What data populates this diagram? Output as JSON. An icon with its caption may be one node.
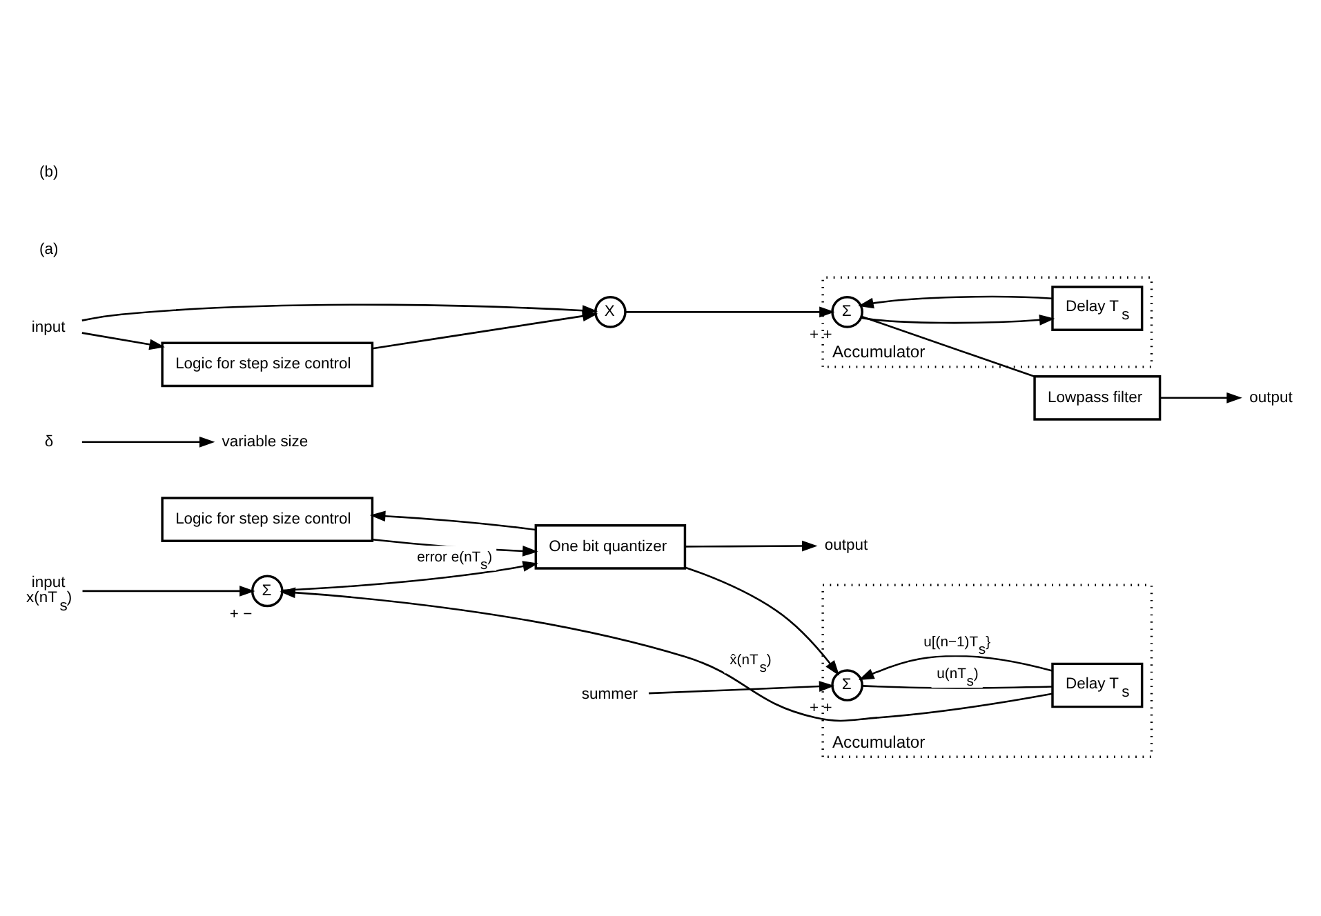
{
  "diagram": {
    "nodes": [
      {
        "text": [
          "Logic for step size control"
        ]
      },
      {
        "text": [
          "input",
          "x(nT$_{s}$)"
        ]
      },
      {
        "text": [
          "Σ"
        ],
        "beside": [
          "+",
          "−"
        ]
      },
      {
        "text": [
          "One bit quantizer"
        ]
      },
      {
        "text": [
          "output"
        ]
      },
      {
        "text": [
          "δ"
        ]
      },
      {
        "text": [
          "variable size"
        ]
      },
      {
        "text": [
          "Accumulator"
        ]
      },
      {
        "text": [
          "Σ"
        ],
        "beside": [
          "+",
          "+"
        ],
        "in": 7
      },
      {
        "text": [
          "summer"
        ]
      },
      {
        "text": [
          "Delay T$_{s}$"
        ],
        "in": 7
      },
      {
        "text": [
          "input"
        ]
      },
      {
        "text": [
          "X"
        ]
      },
      {
        "text": [
          "Accumulator"
        ]
      },
      {
        "text": [
          "Σ"
        ],
        "beside": [
          "+",
          "+"
        ],
        "in": 13
      },
      {
        "text": [
          "Lowpass filter"
        ]
      },
      {
        "text": [
          "output"
        ]
      },
      {
        "text": [
          "Logic for step size control"
        ]
      },
      {
        "text": [
          "Delay T$_{s}$"
        ],
        "in": 13
      }
    ],
    "edges": [
      {
        "from": 1,
        "to": 2,
        "arrow": "to"
      },
      {
        "from": 2,
        "to": 3,
        "arrow": "to",
        "label": "error e(nT$_{s}$)"
      },
      {
        "from": 0,
        "to": 3,
        "arrow": "to"
      },
      {
        "from": 3,
        "to": 4,
        "arrow": "to"
      },
      {
        "from": 3,
        "to": 0,
        "arrow": "to"
      },
      {
        "from": 3,
        "to": 8,
        "arrow": "to"
      },
      {
        "from": 8,
        "to": 10,
        "arrow": "none",
        "label": "u(nT$_{s}$)"
      },
      {
        "from": 10,
        "to": 2,
        "arrow": "to",
        "label": "x̂(nT$_{s}$)"
      },
      {
        "from": 10,
        "to": 8,
        "arrow": "to",
        "label": "u[(n−1)T$_{s}$}"
      },
      {
        "from": 5,
        "to": 6,
        "arrow": "to"
      },
      {
        "from": 9,
        "to": 8,
        "arrow": "to"
      },
      {
        "from": 11,
        "to": 12,
        "arrow": "to"
      },
      {
        "from": 11,
        "to": 17,
        "arrow": "to"
      },
      {
        "from": 17,
        "to": 12,
        "arrow": "to"
      },
      {
        "from": 12,
        "to": 14,
        "arrow": "to"
      },
      {
        "from": 14,
        "to": 15,
        "arrow": "none"
      },
      {
        "from": 14,
        "to": 18,
        "arrow": "to"
      },
      {
        "from": 18,
        "to": 14,
        "arrow": "to"
      },
      {
        "from": 15,
        "to": 16,
        "arrow": "to"
      }
    ],
    "labels": [
      "(a)",
      "(b)"
    ]
  }
}
